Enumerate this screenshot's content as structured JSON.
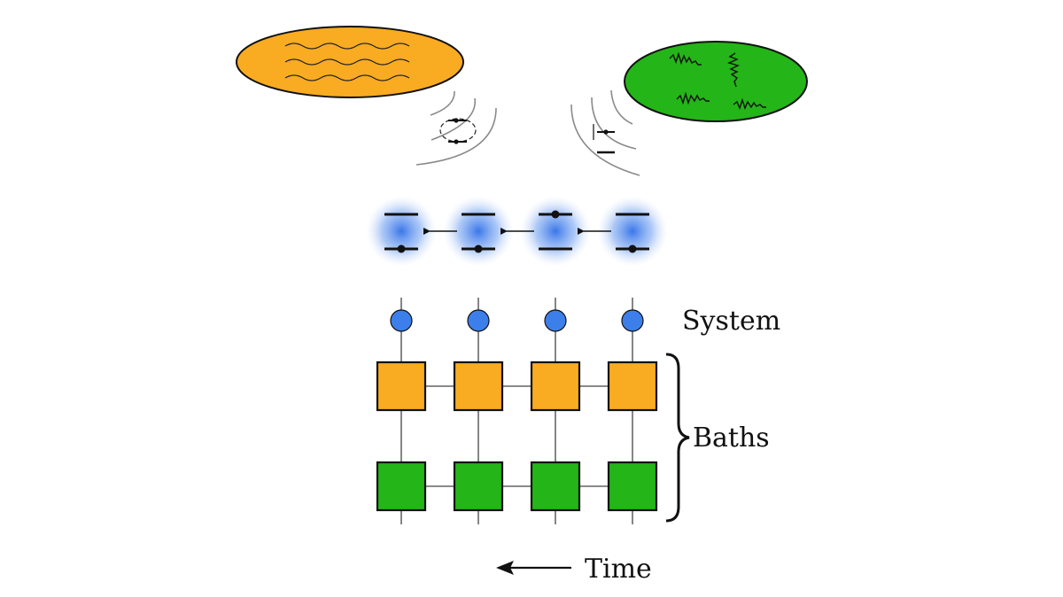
{
  "labels": {
    "system": "System",
    "baths": "Baths",
    "time": "Time"
  },
  "colors": {
    "bath_1": "#F9AB22",
    "bath_2": "#24B518",
    "system_site": "#3D7FEA",
    "glow": "#4A86F2",
    "ink": "#111111",
    "wire": "#444444"
  },
  "system_sites": [
    {
      "excited": false
    },
    {
      "excited": false
    },
    {
      "excited": true
    },
    {
      "excited": false
    }
  ]
}
